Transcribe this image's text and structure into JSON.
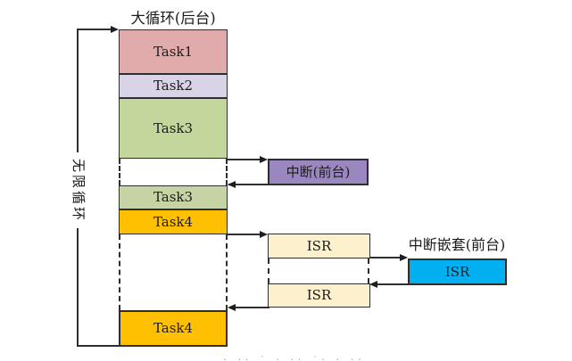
{
  "diagram": {
    "title": "大循环(后台)",
    "side_label": "无限循环",
    "line_color": "#2e2e2e",
    "tasks": [
      {
        "label": "Task1",
        "color": "#e2abab"
      },
      {
        "label": "Task2",
        "color": "#d9d3e8"
      },
      {
        "label": "Task3",
        "color": "#c3d69b"
      },
      {
        "label": "Task3",
        "color": "#c6d4a4"
      },
      {
        "label": "Task4",
        "color": "#ffc001"
      },
      {
        "label": "Task4",
        "color": "#ffc001"
      }
    ],
    "interrupt": {
      "label": "中断(前台)",
      "color": "#9a87bf"
    },
    "isr": [
      {
        "label": "ISR",
        "color": "#fdf0cc"
      },
      {
        "label": "ISR",
        "color": "#fdf0cc"
      }
    ],
    "nested": {
      "title": "中断嵌套(前台)",
      "label": "ISR",
      "color": "#00b0f0"
    },
    "caption_fragment": "· ·· ˙ · ·· ˙· · ··"
  }
}
